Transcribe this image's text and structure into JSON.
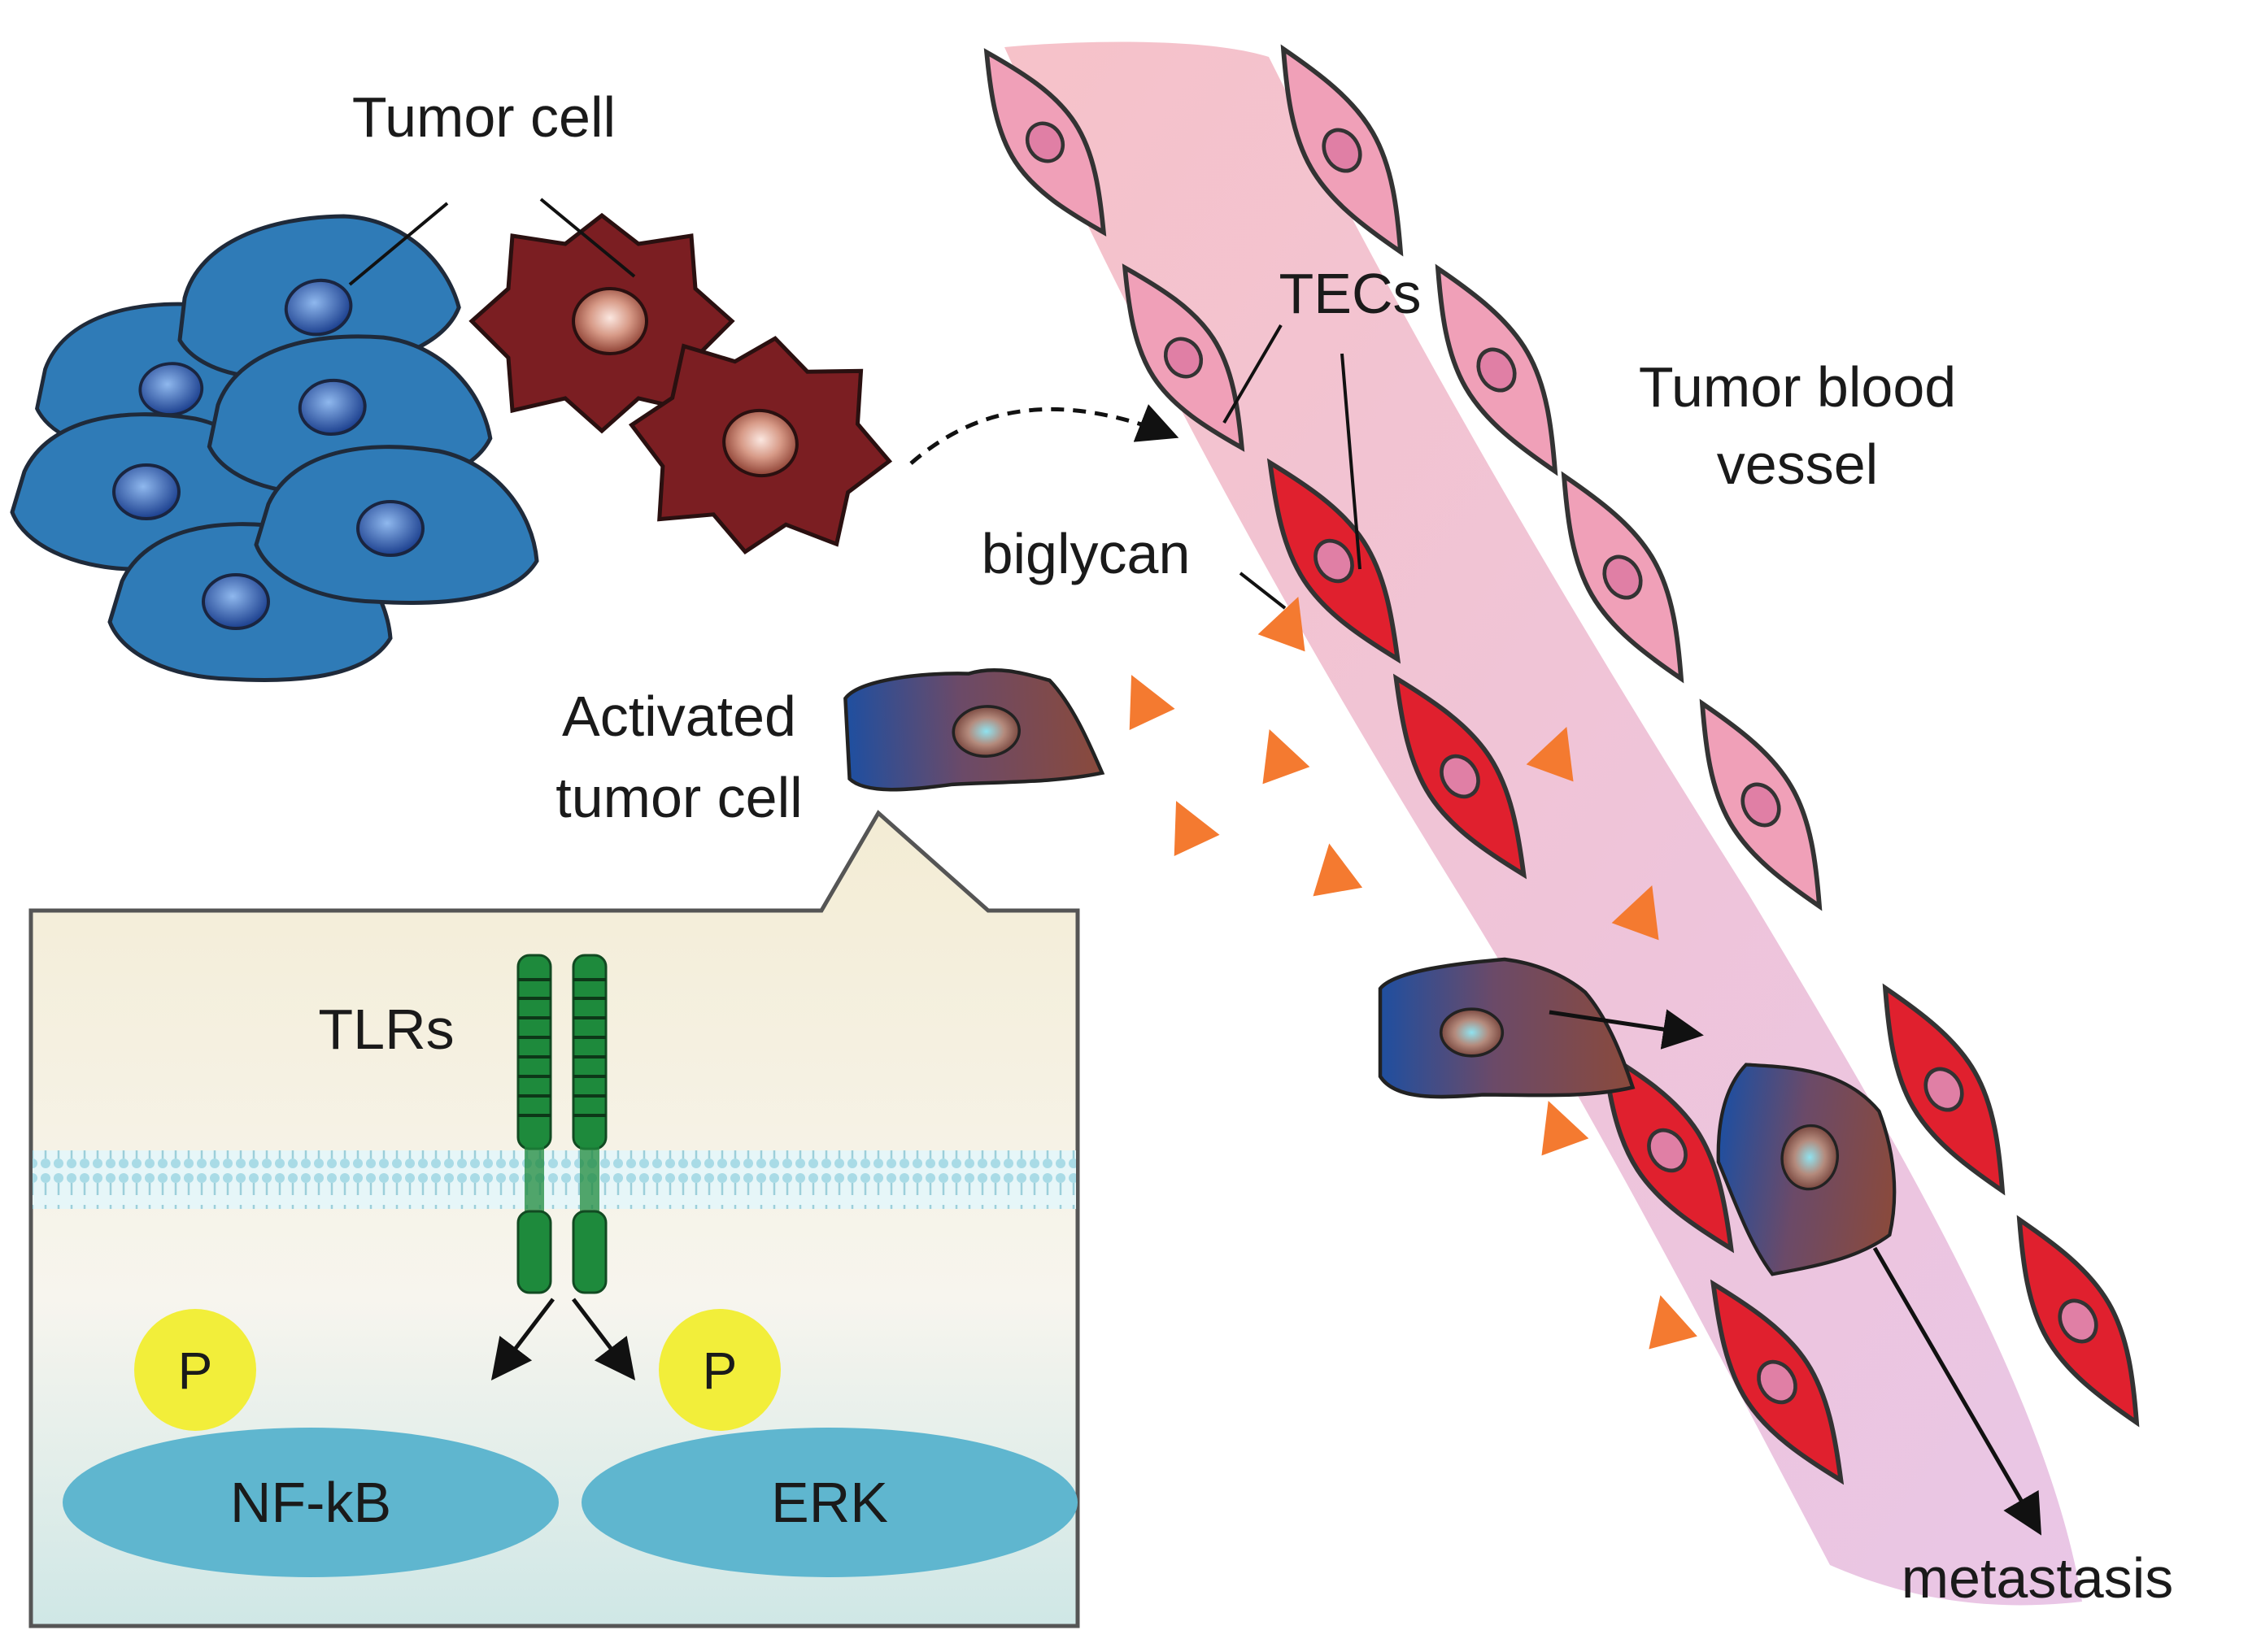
{
  "labels": {
    "tumor_cell": "Tumor cell",
    "tecs": "TECs",
    "tumor_blood_vessel_line1": "Tumor blood",
    "tumor_blood_vessel_line2": "vessel",
    "biglycan": "biglycan",
    "activated_tumor_cell_line1": "Activated",
    "activated_tumor_cell_line2": "tumor cell",
    "tlrs": "TLRs",
    "phospho_left": "P",
    "phospho_right": "P",
    "nfkb": "NF-kB",
    "erk": "ERK",
    "metastasis": "metastasis"
  },
  "colors": {
    "blue_cell": "#2f7bb7",
    "red_cell": "#7b1e22",
    "tec_pink": "#f0a0b8",
    "tec_red": "#e0202e",
    "vessel": "#f3c3cf",
    "biglycan": "#f47a30",
    "tlr_green": "#1e8a3c",
    "phospho": "#f2ee3a",
    "kinase": "#5fb6cf"
  },
  "icons": [
    "tumor-cell-icon",
    "tec-cell-icon",
    "biglycan-triangle-icon",
    "tlr-receptor-icon",
    "membrane-icon"
  ]
}
